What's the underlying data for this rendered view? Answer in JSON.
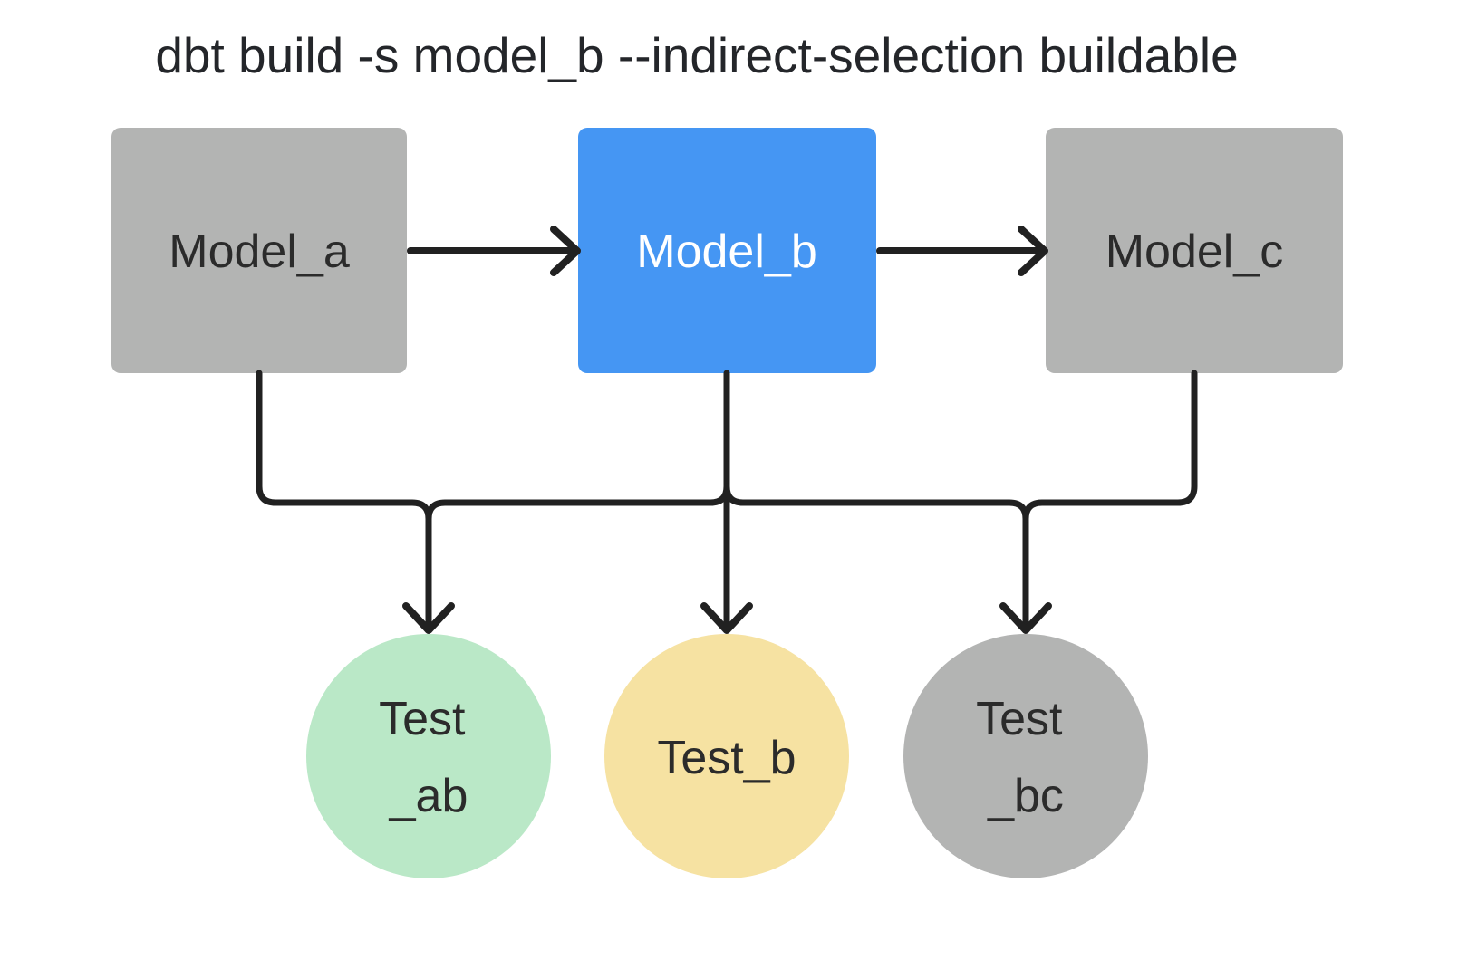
{
  "title": "dbt build -s model_b --indirect-selection buildable",
  "colors": {
    "background": "#ffffff",
    "node_gray": "#b3b4b3",
    "node_blue": "#4596f3",
    "node_green": "#bae8c7",
    "node_yellow": "#f6e2a2",
    "line": "#212121",
    "text_dark": "#2b2b2b",
    "text_light": "#ffffff",
    "title_text": "#24262a"
  },
  "nodes": {
    "model_a": {
      "label": "Model_a",
      "shape": "rect",
      "fill": "gray"
    },
    "model_b": {
      "label": "Model_b",
      "shape": "rect",
      "fill": "blue"
    },
    "model_c": {
      "label": "Model_c",
      "shape": "rect",
      "fill": "gray"
    },
    "test_ab": {
      "label": "Test_ab",
      "line1": "Test",
      "line2": "_ab",
      "shape": "circle",
      "fill": "green"
    },
    "test_b": {
      "label": "Test_b",
      "line1": "Test_b",
      "shape": "circle",
      "fill": "yellow"
    },
    "test_bc": {
      "label": "Test_bc",
      "line1": "Test",
      "line2": "_bc",
      "shape": "circle",
      "fill": "gray"
    }
  },
  "edges": [
    {
      "from": "Model_a",
      "to": "Model_b",
      "kind": "arrow-right"
    },
    {
      "from": "Model_b",
      "to": "Model_c",
      "kind": "arrow-right"
    },
    {
      "from": "Model_a",
      "to": "tests-bus",
      "kind": "drop"
    },
    {
      "from": "Model_b",
      "to": "tests-bus",
      "kind": "drop"
    },
    {
      "from": "Model_c",
      "to": "tests-bus",
      "kind": "drop"
    },
    {
      "from": "tests-bus",
      "to": "Test_ab",
      "kind": "arrow-down"
    },
    {
      "from": "tests-bus",
      "to": "Test_b",
      "kind": "arrow-down"
    },
    {
      "from": "tests-bus",
      "to": "Test_bc",
      "kind": "arrow-down"
    }
  ]
}
